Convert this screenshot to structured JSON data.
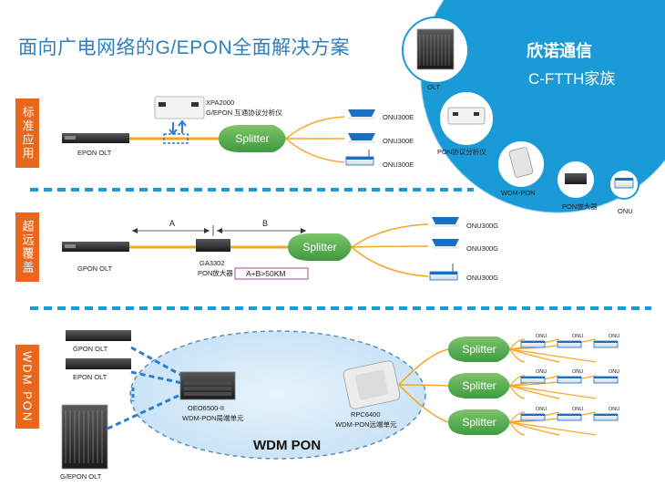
{
  "title": "面向广电网络的G/EPON全面解决方案",
  "brand": {
    "name": "欣诺通信",
    "family": "C-FTTH家族"
  },
  "family_products": [
    "OLT",
    "PON协议分析仪",
    "WDM-PON",
    "PON放大器",
    "ONU"
  ],
  "sections": {
    "standard": "标准应用",
    "extended": "超远覆盖",
    "wdm": "WDM PON"
  },
  "standard_app": {
    "analyzer_model": "XPA2000",
    "analyzer_desc": "G/EPON 互通协议分析仪",
    "olt": "EPON OLT",
    "splitter": "Splitter",
    "onus": [
      "ONU300E",
      "ONU300E",
      "ONU300E"
    ]
  },
  "extended_app": {
    "seg_a": "A",
    "seg_b": "B",
    "olt": "GPON OLT",
    "amp_model": "GA3302",
    "amp_desc": "PON放大器",
    "distance": "A+B>50KM",
    "splitter": "Splitter",
    "onus": [
      "ONU300G",
      "ONU300G",
      "ONU300G"
    ]
  },
  "wdm_app": {
    "olts": [
      "GPON OLT",
      "EPON OLT",
      "G/EPON OLT"
    ],
    "local_model": "OEO6500-II",
    "local_desc": "WDM-PON局端单元",
    "remote_model": "RPC6400",
    "remote_desc": "WDM-PON远端单元",
    "pon_label": "WDM PON",
    "splitters": [
      "Splitter",
      "Splitter",
      "Splitter"
    ],
    "onu_label": "ONU"
  },
  "colors": {
    "title_blue": "#2f7fc0",
    "orange": "#e9671d",
    "splitter_green": "#4aa44a",
    "fiber_orange": "#f5a623",
    "fiber_blue": "#2a7fd4",
    "circle_blue": "#1a9ad6",
    "ellipse_fill": "#d2e9f8"
  }
}
